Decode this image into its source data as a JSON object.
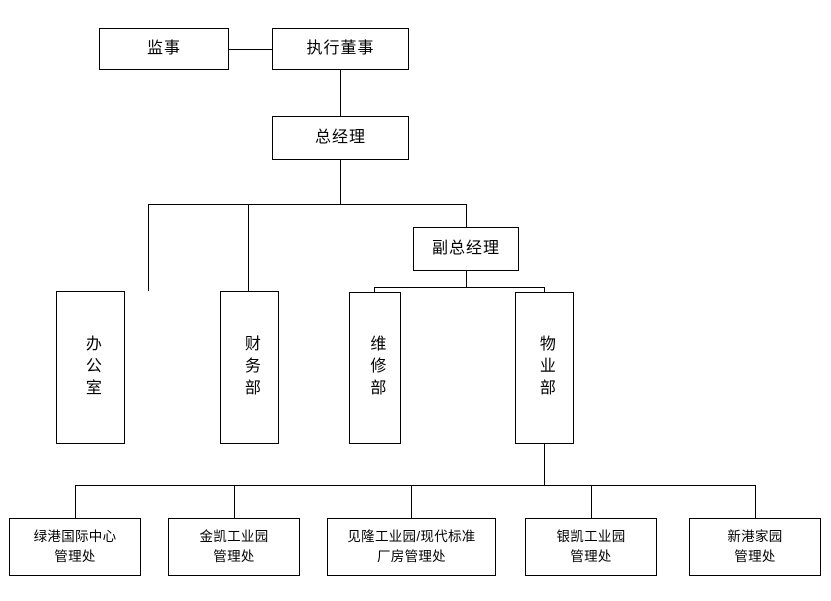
{
  "chart": {
    "title": "",
    "type": "org-chart",
    "nodes": [
      {
        "id": "supervisor",
        "label": "监事",
        "orientation": "horizontal"
      },
      {
        "id": "exec-director",
        "label": "执行董事",
        "orientation": "horizontal"
      },
      {
        "id": "general-mgr",
        "label": "总经理",
        "orientation": "horizontal"
      },
      {
        "id": "deputy-mgr",
        "label": "副总经理",
        "orientation": "horizontal"
      },
      {
        "id": "office",
        "label": "办公室",
        "orientation": "vertical"
      },
      {
        "id": "finance",
        "label": "财务部",
        "orientation": "vertical"
      },
      {
        "id": "maintenance",
        "label": "维修部",
        "orientation": "vertical"
      },
      {
        "id": "property",
        "label": "物业部",
        "orientation": "vertical"
      },
      {
        "id": "lvgang",
        "label": "绿港国际中心\n管理处",
        "orientation": "horizontal"
      },
      {
        "id": "jinkai",
        "label": "金凯工业园\n管理处",
        "orientation": "horizontal"
      },
      {
        "id": "jianlong",
        "label": "见隆工业园/现代标准\n厂房管理处",
        "orientation": "horizontal"
      },
      {
        "id": "yinkai",
        "label": "银凯工业园\n管理处",
        "orientation": "horizontal"
      },
      {
        "id": "xingang",
        "label": "新港家园\n管理处",
        "orientation": "horizontal"
      }
    ]
  }
}
